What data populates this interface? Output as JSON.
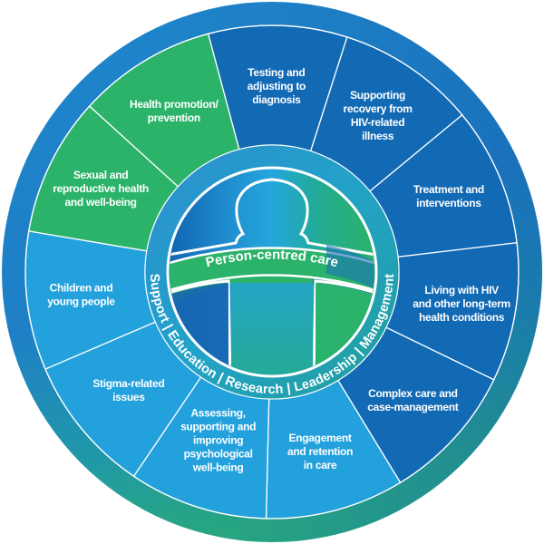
{
  "colors": {
    "green": "#2bb36a",
    "dark_blue": "#1269b4",
    "mid_blue": "#1f88cf",
    "light_blue": "#23a1dc",
    "teal": "#22a6a0",
    "white": "#ffffff"
  },
  "center": {
    "title": "Person-centred care",
    "ring_text": "Support | Education | Research | Leadership | Management",
    "ring_items": [
      "Support",
      "Education",
      "Research",
      "Leadership",
      "Management"
    ]
  },
  "segments": [
    {
      "id": "testing",
      "lines": [
        "Testing and",
        "adjusting to",
        "diagnosis"
      ],
      "color": "dark_blue"
    },
    {
      "id": "supporting-recovery",
      "lines": [
        "Supporting",
        "recovery from",
        "HIV-related",
        "illness"
      ],
      "color": "dark_blue"
    },
    {
      "id": "treatment",
      "lines": [
        "Treatment and",
        "interventions"
      ],
      "color": "dark_blue"
    },
    {
      "id": "living-with-hiv",
      "lines": [
        "Living with HIV",
        "and other long-term",
        "health conditions"
      ],
      "color": "dark_blue"
    },
    {
      "id": "complex-care",
      "lines": [
        "Complex care and",
        "case-management"
      ],
      "color": "dark_blue"
    },
    {
      "id": "engagement",
      "lines": [
        "Engagement",
        "and retention",
        "in care"
      ],
      "color": "light_blue"
    },
    {
      "id": "psychological",
      "lines": [
        "Assessing,",
        "supporting and",
        "improving",
        "psychological",
        "well-being"
      ],
      "color": "light_blue"
    },
    {
      "id": "stigma",
      "lines": [
        "Stigma-related",
        "issues"
      ],
      "color": "light_blue"
    },
    {
      "id": "children",
      "lines": [
        "Children and",
        "young people"
      ],
      "color": "light_blue"
    },
    {
      "id": "sexual-health",
      "lines": [
        "Sexual and",
        "reproductive health",
        "and well-being"
      ],
      "color": "green"
    },
    {
      "id": "health-promotion",
      "lines": [
        "Health promotion/",
        "prevention"
      ],
      "color": "green"
    }
  ]
}
